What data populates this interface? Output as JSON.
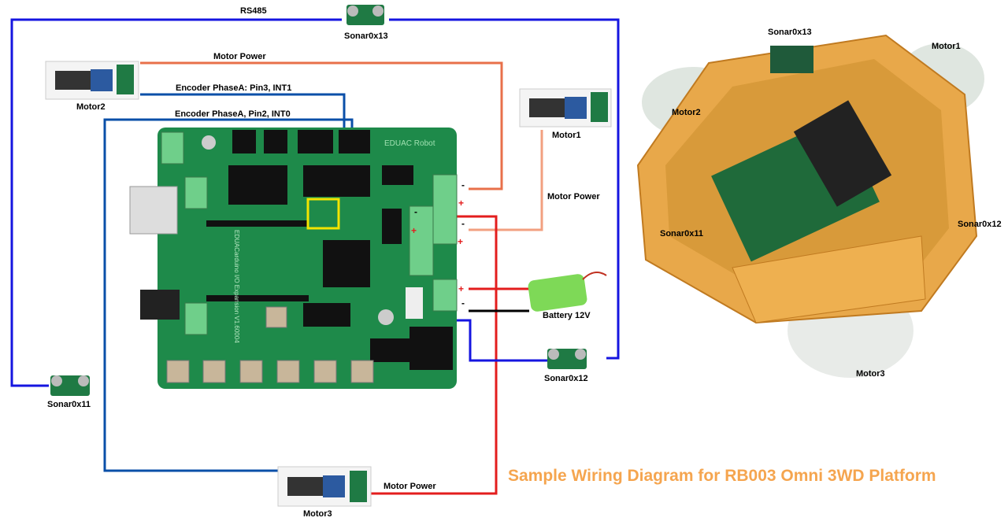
{
  "diagram": {
    "title": "Sample Wiring Diagram for RB003 Omni 3WD Platform",
    "colors": {
      "title": "#f5a54f",
      "rs485": "#1515e0",
      "encoder": "#0a4fa8",
      "motor_power": "#e8704a",
      "motor_power_light": "#f2a080",
      "red_power": "#e31d1d",
      "ground": "#000000",
      "highlight": "#f4e400",
      "board": "#1e8a4a",
      "chassis": "#e8a84a"
    },
    "wires": {
      "rs485": "RS485",
      "motor2_power": "Motor Power",
      "encoder_int1": "Encoder PhaseA: Pin3, INT1",
      "encoder_int0": "Encoder PhaseA, Pin2, INT0",
      "motor1_power": "Motor Power",
      "motor3_power": "Motor Power"
    },
    "components": {
      "sonar13": "Sonar0x13",
      "sonar11": "Sonar0x11",
      "sonar12": "Sonar0x12",
      "motor1": "Motor1",
      "motor2": "Motor2",
      "motor3": "Motor3",
      "battery": "Battery 12V"
    },
    "terminals": {
      "minus": "-",
      "plus": "+"
    },
    "board_print": {
      "brand": "EDUAC Robot",
      "module": "EDUACarduino I/O Expansion V1.60004"
    },
    "photo_labels": {
      "sonar13": "Sonar0x13",
      "motor1": "Motor1",
      "motor2": "Motor2",
      "sonar11": "Sonar0x11",
      "sonar12": "Sonar0x12",
      "motor3": "Motor3"
    }
  }
}
